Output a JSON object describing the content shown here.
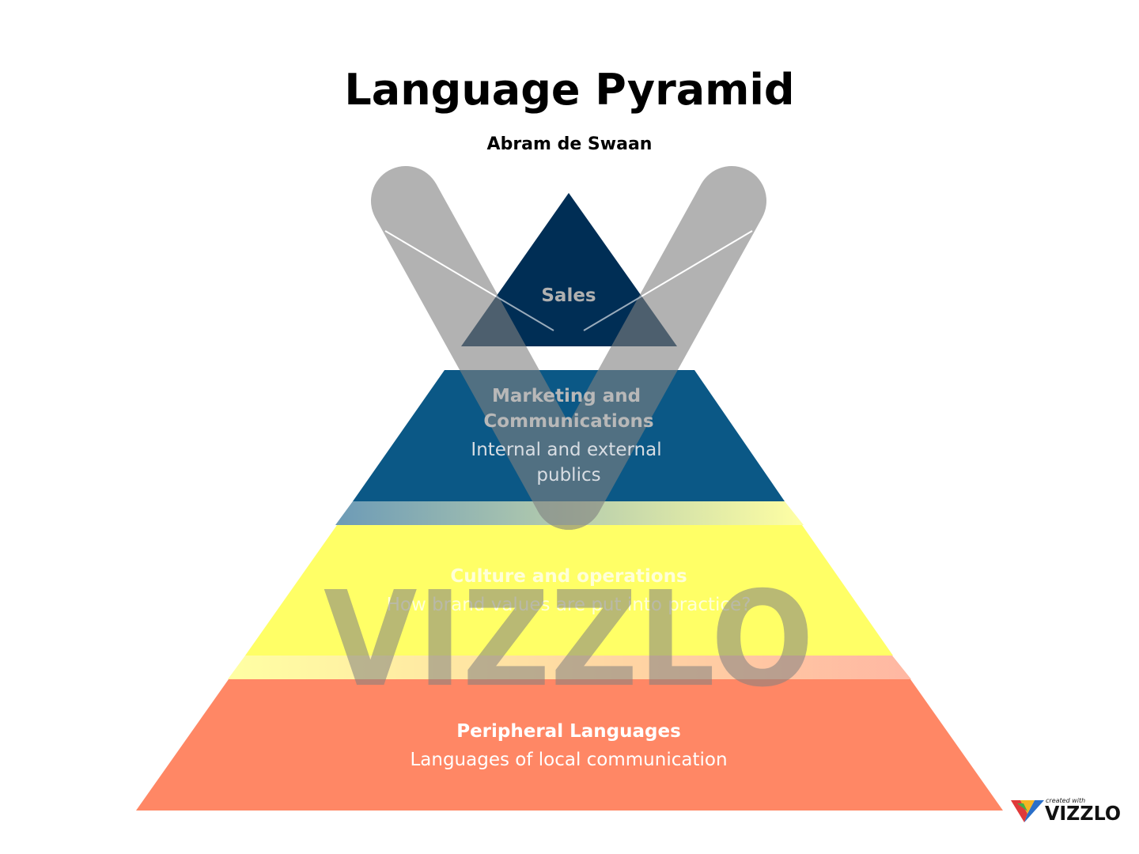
{
  "title": "Language Pyramid",
  "subtitle": "Abram de Swaan",
  "levels": [
    {
      "title": "Sales",
      "description": "",
      "color": "#002e55"
    },
    {
      "title": "Marketing and Communications",
      "title_lines": [
        "Marketing and",
        "Communications"
      ],
      "description": "Internal and external publics",
      "description_lines": [
        "Internal and external",
        "publics"
      ],
      "color": "#0b5886"
    },
    {
      "title": "Culture and operations",
      "description": "How brand values are put into practice?",
      "color": "#ffff66"
    },
    {
      "title": "Peripheral Languages",
      "description": "Languages of local communication",
      "color": "#ff8765"
    }
  ],
  "watermark": {
    "text": "VIZZLO",
    "credit_small": "created with",
    "credit_brand": "VIZZLO"
  },
  "colors": {
    "watermark_gray": "#808080",
    "text_light": "#ffffff",
    "text_dark_label": "#b0b0b0"
  }
}
